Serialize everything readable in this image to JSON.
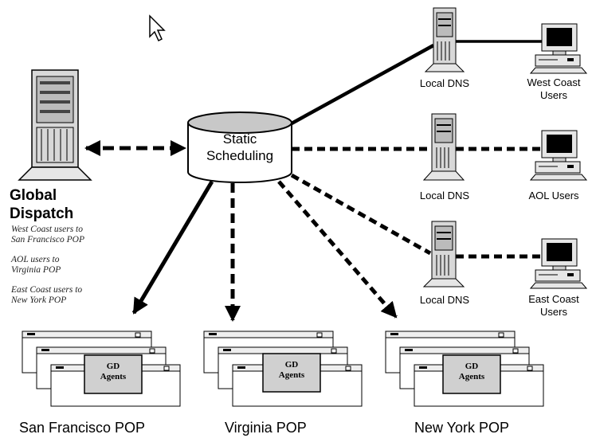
{
  "scheduler": {
    "line1": "Static",
    "line2": "Scheduling"
  },
  "dispatch": {
    "title_line1": "Global",
    "title_line2": "Dispatch",
    "notes": [
      [
        "West Coast users to",
        "San Francisco POP"
      ],
      [
        "AOL users to",
        "Virginia POP"
      ],
      [
        "East Coast users to",
        "New York POP"
      ]
    ]
  },
  "dns_servers": [
    {
      "label": "Local DNS"
    },
    {
      "label": "Local DNS"
    },
    {
      "label": "Local DNS"
    }
  ],
  "user_groups": [
    {
      "line1": "West Coast",
      "line2": "Users"
    },
    {
      "line1": "AOL Users",
      "line2": ""
    },
    {
      "line1": "East Coast",
      "line2": "Users"
    }
  ],
  "pops": [
    {
      "label": "San Francisco POP",
      "agent_line1": "GD",
      "agent_line2": "Agents"
    },
    {
      "label": "Virginia POP",
      "agent_line1": "GD",
      "agent_line2": "Agents"
    },
    {
      "label": "New York POP",
      "agent_line1": "GD",
      "agent_line2": "Agents"
    }
  ]
}
